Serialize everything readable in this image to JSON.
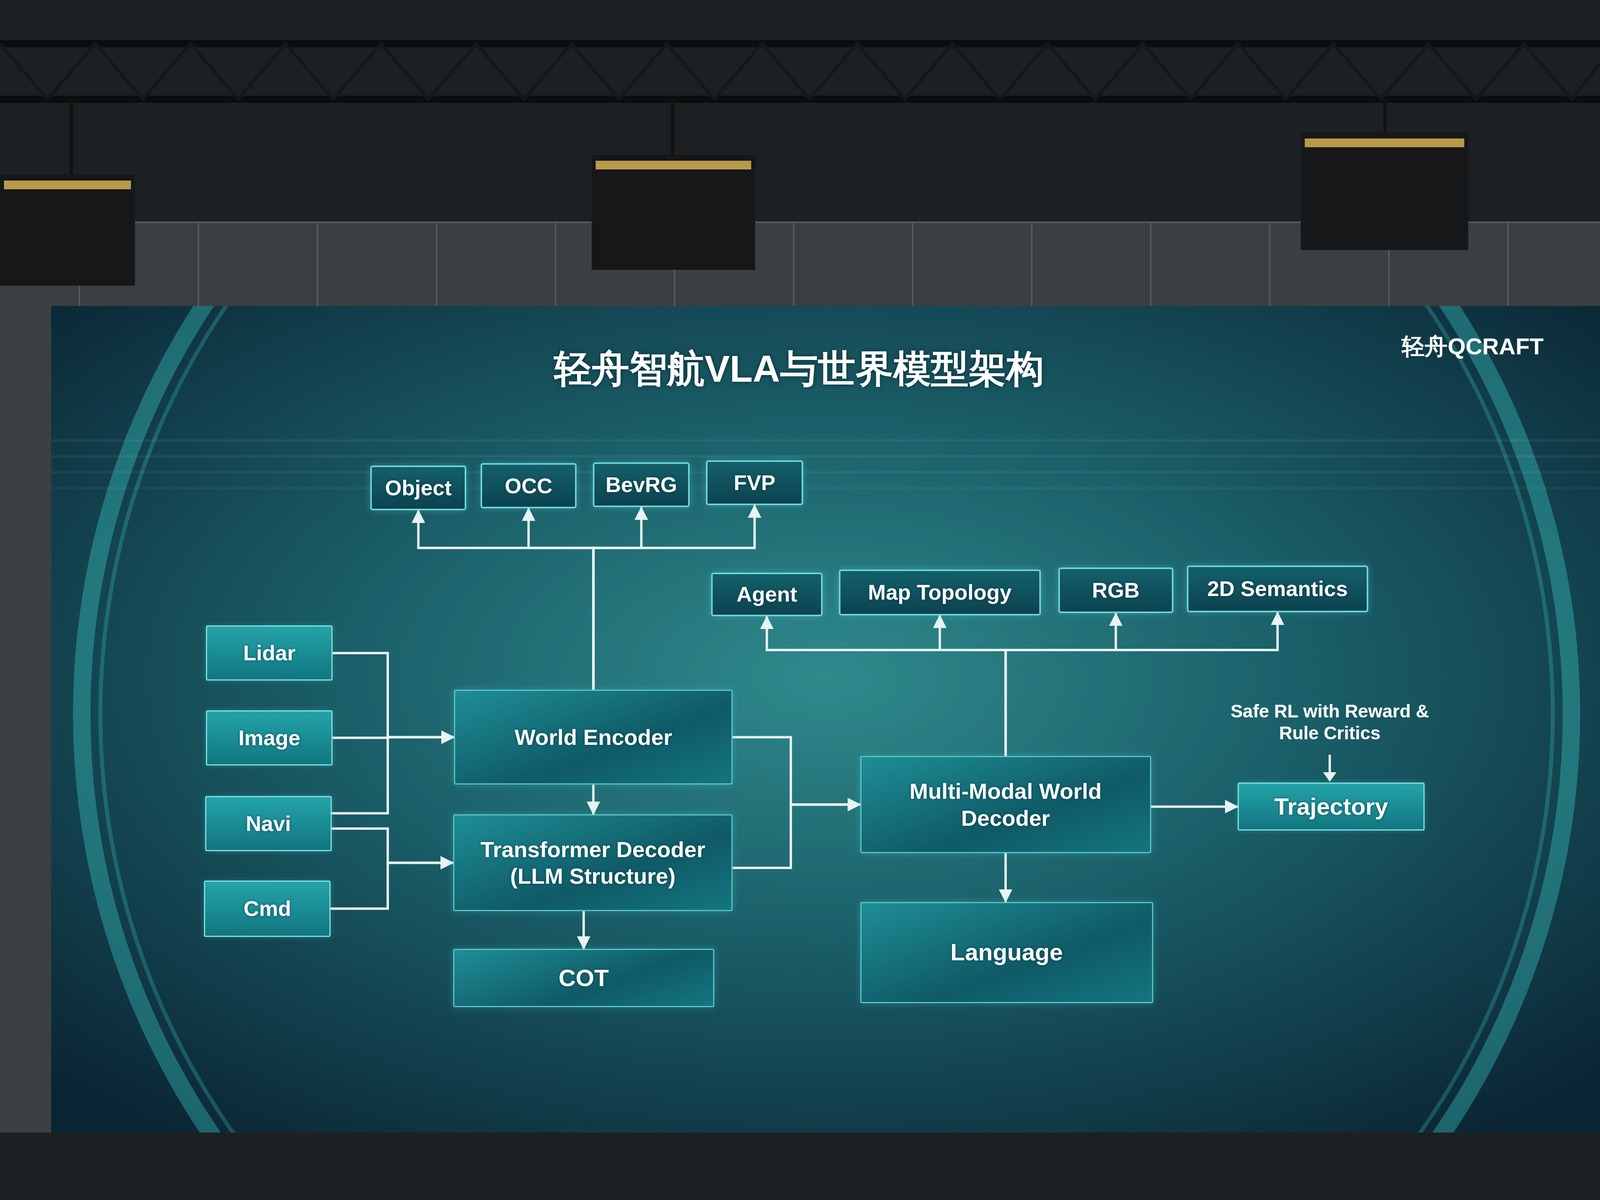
{
  "diagram": {
    "title": "轻舟智航VLA与世界模型架构",
    "nodes": [
      {
        "text": [
          "Object"
        ]
      },
      {
        "text": [
          "OCC"
        ]
      },
      {
        "text": [
          "BevRG"
        ]
      },
      {
        "text": [
          "FVP"
        ]
      },
      {
        "text": [
          "Agent"
        ]
      },
      {
        "text": [
          "Map Topology"
        ]
      },
      {
        "text": [
          "RGB"
        ]
      },
      {
        "text": [
          "2D Semantics"
        ]
      },
      {
        "text": [
          "Lidar"
        ]
      },
      {
        "text": [
          "Image"
        ]
      },
      {
        "text": [
          "World Encoder"
        ]
      },
      {
        "text": [
          "Navi"
        ]
      },
      {
        "text": [
          "Multi-Modal World Decoder"
        ]
      },
      {
        "text": [
          "Trajectory"
        ]
      },
      {
        "text": [
          "Transformer Decoder (LLM Structure)"
        ]
      },
      {
        "text": [
          "Cmd"
        ]
      },
      {
        "text": [
          "COT"
        ]
      },
      {
        "text": [
          "Language"
        ]
      }
    ],
    "edges": [
      {
        "from": 10,
        "to": 0,
        "arrow": "to"
      },
      {
        "from": 10,
        "to": 1,
        "arrow": "to"
      },
      {
        "from": 10,
        "to": 2,
        "arrow": "to"
      },
      {
        "from": 10,
        "to": 3,
        "arrow": "to"
      },
      {
        "from": 12,
        "to": 4,
        "arrow": "to"
      },
      {
        "from": 12,
        "to": 5,
        "arrow": "to"
      },
      {
        "from": 12,
        "to": 6,
        "arrow": "to"
      },
      {
        "from": 12,
        "to": 7,
        "arrow": "to"
      },
      {
        "from": 8,
        "to": 10,
        "arrow": "to"
      },
      {
        "from": 9,
        "to": 10,
        "arrow": "to"
      },
      {
        "from": 11,
        "to": 10,
        "arrow": "to"
      },
      {
        "from": 11,
        "to": 14,
        "arrow": "to"
      },
      {
        "from": 15,
        "to": 14,
        "arrow": "to"
      },
      {
        "from": 10,
        "to": 14,
        "arrow": "to"
      },
      {
        "from": 14,
        "to": 16,
        "arrow": "to"
      },
      {
        "from": 10,
        "to": 12,
        "arrow": "to"
      },
      {
        "from": 14,
        "to": 12,
        "arrow": "to"
      },
      {
        "from": 12,
        "to": 13,
        "arrow": "to"
      },
      {
        "from": 12,
        "to": 17,
        "arrow": "to"
      }
    ],
    "labels": [
      "轻舟QCRAFT",
      "Safe RL with Reward & Rule Critics"
    ]
  }
}
